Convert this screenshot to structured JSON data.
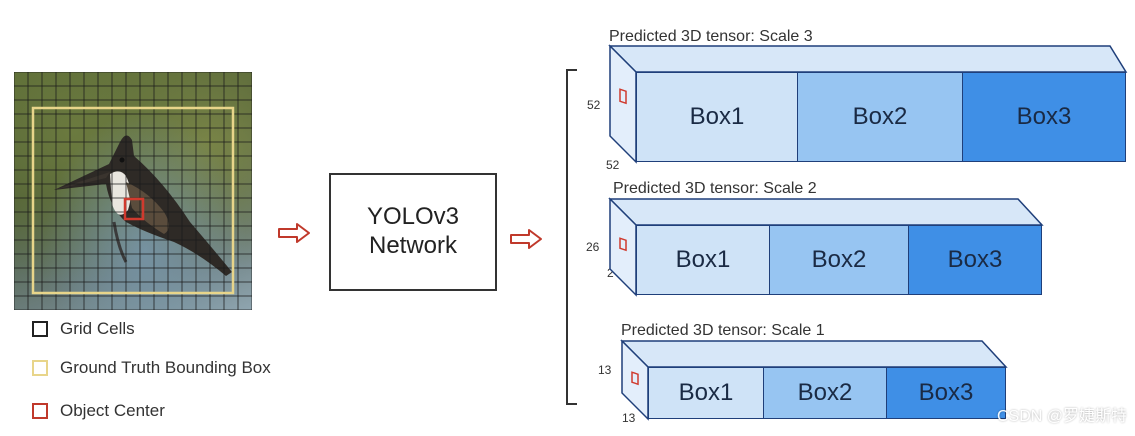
{
  "legend": [
    {
      "label": "Grid Cells",
      "color": "#222222"
    },
    {
      "label": "Ground Truth Bounding Box",
      "color": "#e8d58a"
    },
    {
      "label": "Object Center",
      "color": "#c0392b"
    }
  ],
  "network": {
    "line1": "YOLOv3",
    "line2": "Network"
  },
  "scales": [
    {
      "title": "Predicted 3D tensor: Scale 3",
      "dim_left": "52",
      "dim_bottom": "52",
      "boxes": [
        "Box1",
        "Box2",
        "Box3"
      ]
    },
    {
      "title": "Predicted 3D tensor: Scale 2",
      "dim_left": "26",
      "dim_bottom": "2",
      "boxes": [
        "Box1",
        "Box2",
        "Box3"
      ]
    },
    {
      "title": "Predicted 3D tensor: Scale 1",
      "dim_left": "13",
      "dim_bottom": "13",
      "boxes": [
        "Box1",
        "Box2",
        "Box3"
      ]
    }
  ],
  "colors": {
    "box1": "#cfe3f7",
    "box2": "#97c5f2",
    "box3": "#3f8fe6",
    "face_top": "#d7e7f8",
    "face_side": "#e3eefb",
    "border": "#1f3f7a",
    "arrow": "#c0392b",
    "bbox": "#e8d58a"
  },
  "watermark": "CSDN @罗婕斯特"
}
